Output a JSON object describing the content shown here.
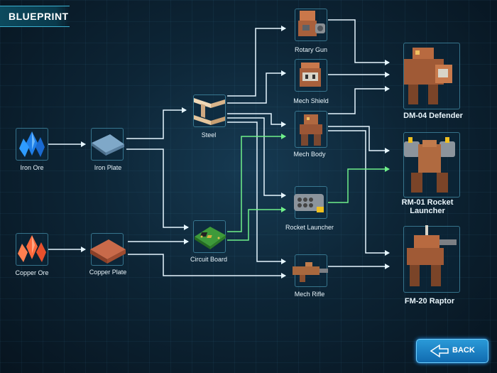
{
  "header": {
    "title": "BLUEPRINT"
  },
  "nodes": {
    "iron_ore": "Iron Ore",
    "iron_plate": "Iron Plate",
    "copper_ore": "Copper Ore",
    "copper_plate": "Copper Plate",
    "steel": "Steel",
    "circuit_board": "Circuit Board",
    "rotary_gun": "Rotary Gun",
    "mech_shield": "Mech Shield",
    "mech_body": "Mech Body",
    "rocket_launcher": "Rocket Launcher",
    "mech_rifle": "Mech Rifle",
    "dm04": "DM-04 Defender",
    "rm01_line1": "RM-01 Rocket",
    "rm01_line2": "Launcher",
    "fm20": "FM-20 Raptor"
  },
  "colors": {
    "wire": "#e6f6ff",
    "wire_green": "#6ff08a",
    "accent": "#3ab0d0"
  },
  "back_button": {
    "label": "BACK"
  }
}
